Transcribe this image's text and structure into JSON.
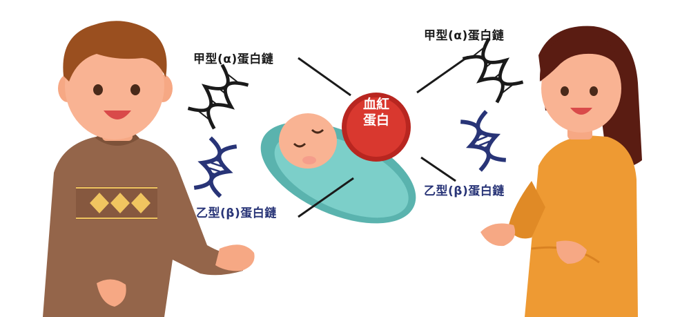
{
  "labels": {
    "alpha_left": "甲型(α)蛋白鏈",
    "beta_left": "乙型(β)蛋白鏈",
    "alpha_right": "甲型(α)蛋白鏈",
    "beta_right": "乙型(β)蛋白鏈"
  },
  "center": {
    "line1": "血紅",
    "line2": "蛋白"
  },
  "colors": {
    "alpha_text": "#1a1a1a",
    "beta_text": "#283477",
    "hemoglobin": "#c9302c",
    "dna_beta": "#283477",
    "sweater": "#94654a",
    "dress": "#ee9a33",
    "blanket": "#7ccfc9"
  },
  "icons": [
    "dna-icon-black",
    "dna-icon-navy"
  ]
}
